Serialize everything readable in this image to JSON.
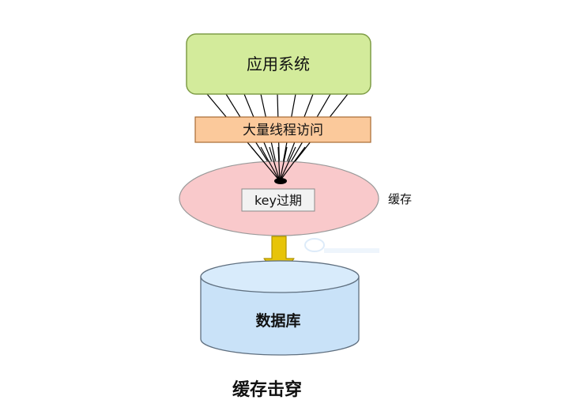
{
  "diagram": {
    "app_system": "应用系统",
    "threads": "大量线程访问",
    "key_expired": "key过期",
    "cache": "缓存",
    "database": "数据库",
    "caption": "缓存击穿"
  },
  "colors": {
    "app_fill": "#d3eb9b",
    "app_stroke": "#7f9d47",
    "thread_fill": "#fbc99b",
    "thread_stroke": "#a86a33",
    "cache_fill": "#f9c9cb",
    "cache_stroke": "#9a9a9a",
    "key_fill": "#f2f2f2",
    "db_fill": "#c9e2f8",
    "db_stroke": "#5f6f7f",
    "arrow_fill": "#e7c409",
    "arrow_stroke": "#b19300"
  }
}
